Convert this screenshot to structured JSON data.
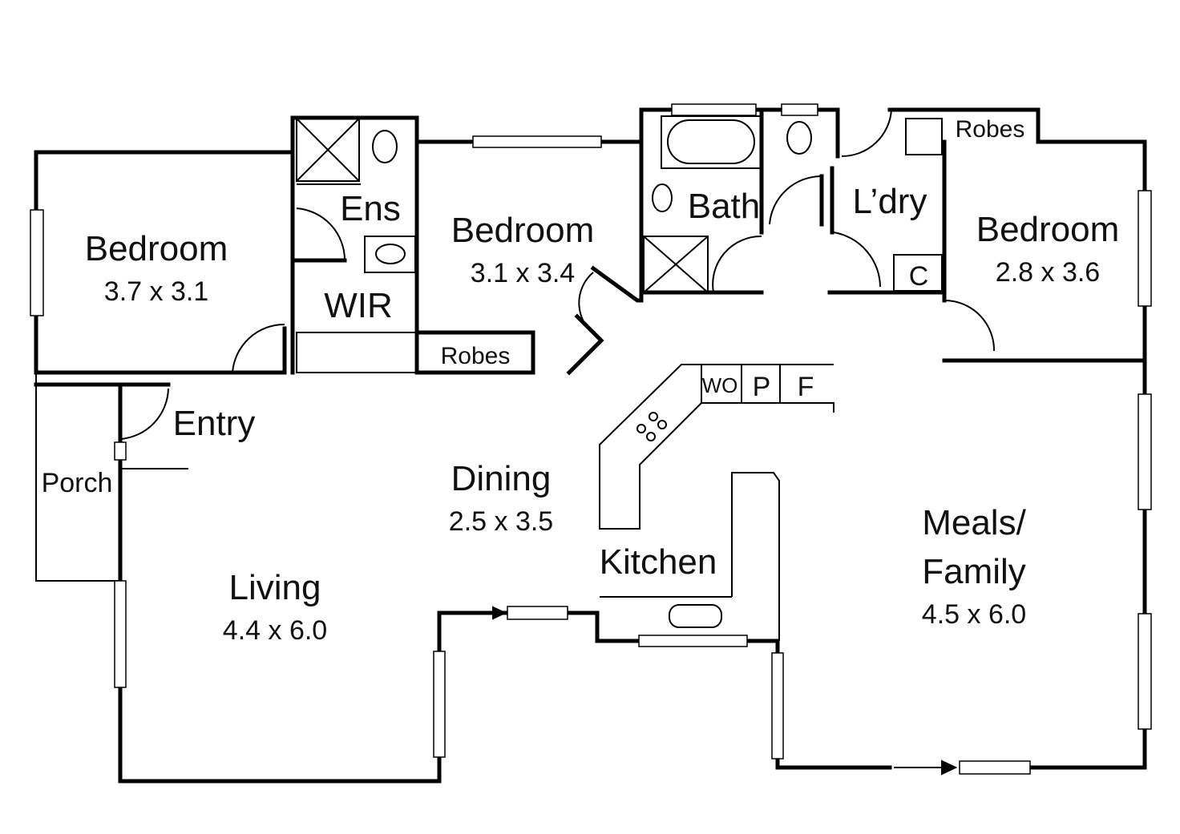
{
  "rooms": {
    "bedroom1": {
      "name": "Bedroom",
      "size": "3.7 x 3.1"
    },
    "ensuite": {
      "name": "Ens"
    },
    "wir": {
      "name": "WIR"
    },
    "bedroom2": {
      "name": "Bedroom",
      "size": "3.1 x 3.4"
    },
    "robes2": {
      "name": "Robes"
    },
    "bath": {
      "name": "Bath"
    },
    "laundry": {
      "name": "L’dry"
    },
    "robes3": {
      "name": "Robes"
    },
    "bedroom3": {
      "name": "Bedroom",
      "size": "2.8 x 3.6"
    },
    "cupboard": {
      "name": "C"
    },
    "wall_oven": {
      "name": "WO"
    },
    "pantry": {
      "name": "P"
    },
    "fridge": {
      "name": "F"
    },
    "entry": {
      "name": "Entry"
    },
    "porch": {
      "name": "Porch"
    },
    "dining": {
      "name": "Dining",
      "size": "2.5 x 3.5"
    },
    "kitchen": {
      "name": "Kitchen"
    },
    "living": {
      "name": "Living",
      "size": "4.4 x 6.0"
    },
    "meals": {
      "name": "Meals/",
      "name2": "Family",
      "size": "4.5 x 6.0"
    }
  }
}
